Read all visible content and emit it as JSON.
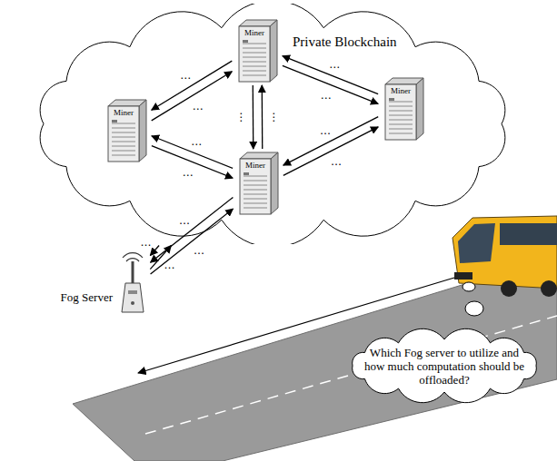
{
  "diagram": {
    "nodes": [
      {
        "text": [
          "Private Blockchain"
        ]
      },
      {
        "text": [
          "Miner"
        ],
        "in": 0
      },
      {
        "text": [
          "Miner"
        ],
        "in": 0
      },
      {
        "text": [
          "Miner"
        ],
        "in": 0
      },
      {
        "text": [
          "Miner"
        ],
        "in": 0
      },
      {
        "text": [
          "Fog Server"
        ]
      },
      {
        "text": [
          "Which Fog server to utilize and how much computation should be offloaded?"
        ]
      }
    ],
    "edges": [
      {
        "from": 1,
        "to": 3,
        "arrow": "to"
      },
      {
        "from": 3,
        "to": 1,
        "arrow": "to"
      },
      {
        "from": 1,
        "to": 2,
        "arrow": "to"
      },
      {
        "from": 2,
        "to": 1,
        "arrow": "to"
      },
      {
        "from": 1,
        "to": 4,
        "arrow": "to"
      },
      {
        "from": 4,
        "to": 1,
        "arrow": "to"
      },
      {
        "from": 3,
        "to": 4,
        "arrow": "to"
      },
      {
        "from": 4,
        "to": 3,
        "arrow": "to"
      },
      {
        "from": 4,
        "to": 2,
        "arrow": "to"
      },
      {
        "from": 2,
        "to": 4,
        "arrow": "to"
      },
      {
        "from": 5,
        "to": 0,
        "arrow": "to"
      },
      {
        "from": 0,
        "to": 5,
        "arrow": "to"
      },
      {
        "from": 5,
        "to": 4,
        "arrow": "to"
      },
      {
        "from": 4,
        "to": 5,
        "arrow": "to"
      }
    ],
    "labels": [
      "…",
      "…",
      "…",
      "…",
      "⋮",
      "⋮",
      "…",
      "…",
      "…",
      "…",
      "…",
      "…",
      "…",
      "…"
    ]
  }
}
